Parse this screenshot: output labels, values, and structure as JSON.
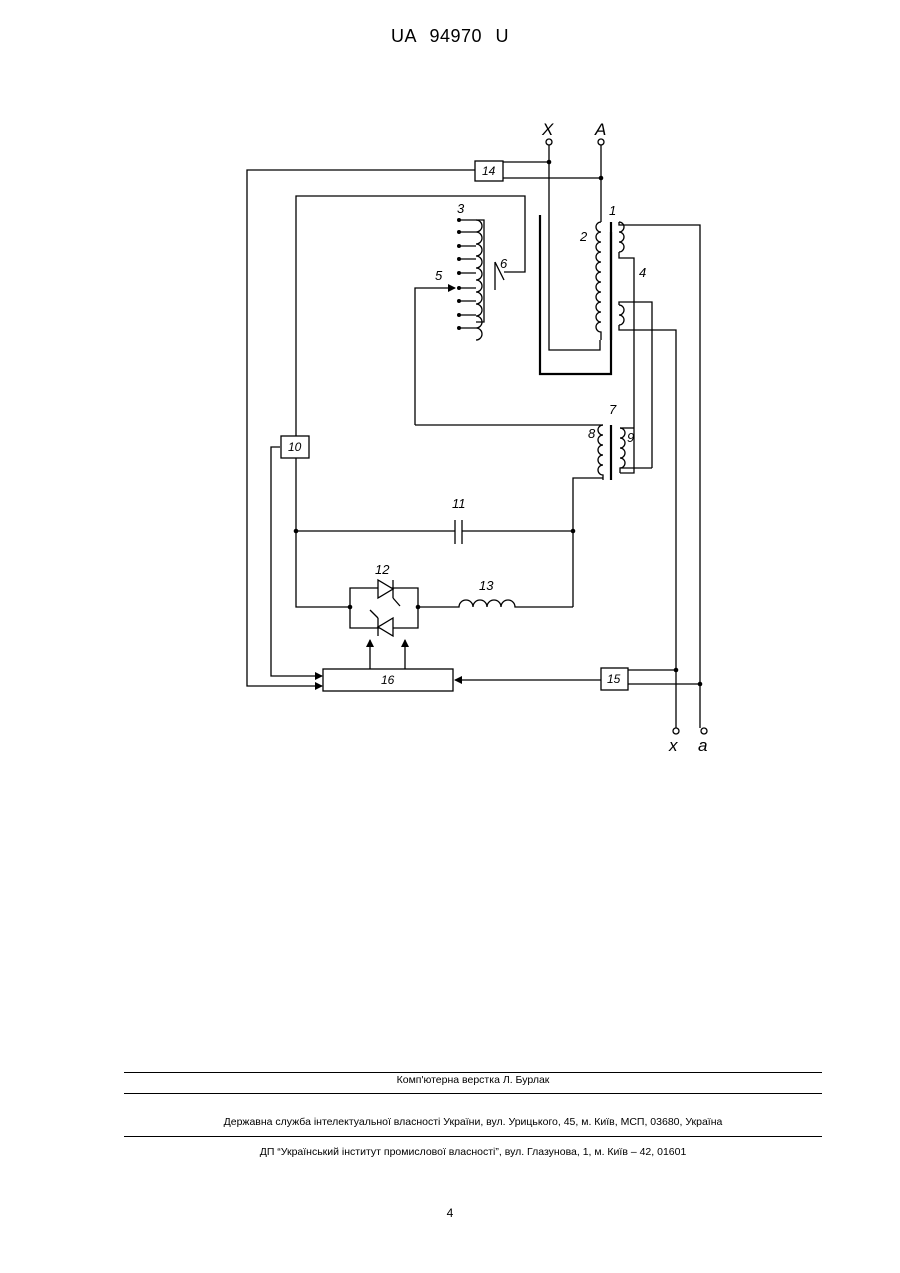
{
  "header": {
    "patent_number": "UA   94970   U"
  },
  "figure": {
    "terminals": {
      "top_left": "X",
      "top_right": "A",
      "bottom_left": "x",
      "bottom_right": "a"
    },
    "component_labels": [
      "1",
      "2",
      "3",
      "4",
      "5",
      "6",
      "7",
      "8",
      "9",
      "11",
      "12",
      "13"
    ],
    "block_labels": [
      "10",
      "14",
      "15",
      "16"
    ]
  },
  "footer": {
    "layout_credit": "Комп'ютерна верстка Л. Бурлак",
    "office_address": "Державна служба інтелектуальної власності України, вул. Урицького, 45, м. Київ, МСП, 03680, Україна",
    "institute_address": "ДП “Український інститут промислової власності”, вул. Глазунова, 1, м. Київ – 42, 01601"
  },
  "page_number": "4"
}
